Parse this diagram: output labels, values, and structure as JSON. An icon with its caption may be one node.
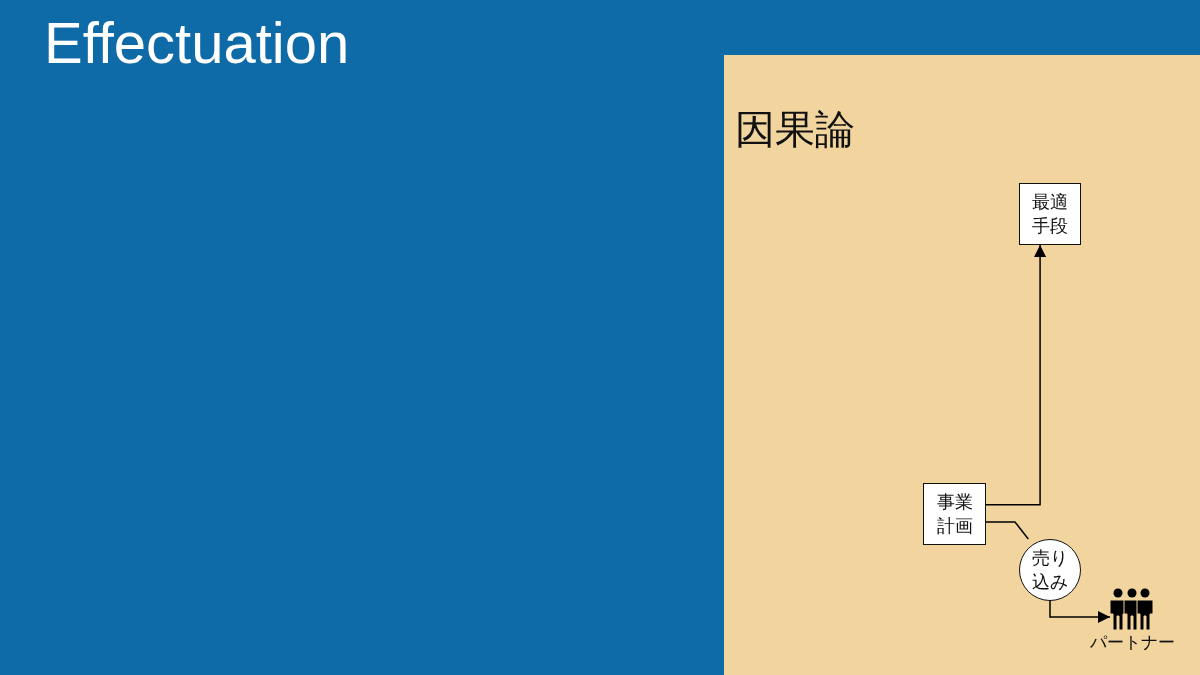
{
  "diagram": {
    "title": "Effectuation",
    "nodes": [
      {
        "text": [
          "因果論"
        ]
      },
      {
        "text": [
          "最適手段"
        ],
        "in": 0
      },
      {
        "text": [
          "事業計画"
        ],
        "in": 0
      },
      {
        "text": [
          "売り込み"
        ],
        "in": 0
      },
      {
        "text": [],
        "shape": "person",
        "in": 0,
        "beside": [
          "パートナー"
        ]
      }
    ],
    "edges": [
      {
        "from": 2,
        "to": 1,
        "arrow": "to"
      },
      {
        "from": 2,
        "to": 3,
        "arrow": "none"
      },
      {
        "from": 3,
        "to": 4,
        "arrow": "to"
      }
    ]
  }
}
